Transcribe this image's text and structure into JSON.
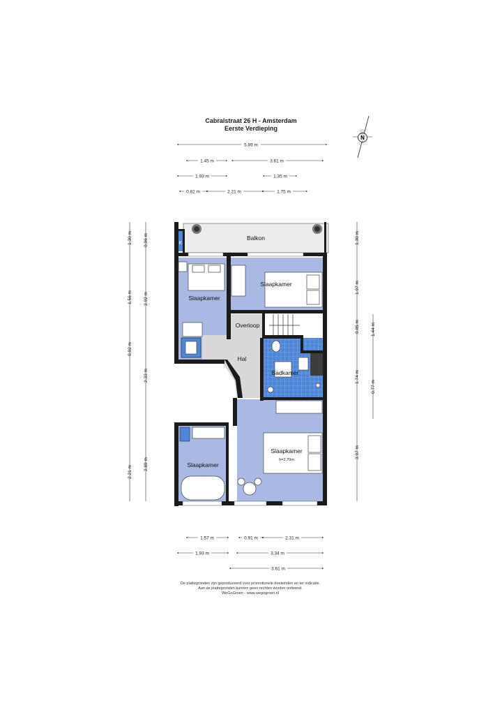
{
  "title": {
    "line1": "Cabralstraat 26 H - Amsterdam",
    "line2": "Eerste Verdieping"
  },
  "compass": {
    "letter": "N"
  },
  "rooms": {
    "balkon": "Balkon",
    "k": "K",
    "slaapkamer_nw": "Slaapkamer",
    "slaapkamer_ne": "Slaapkamer",
    "overloop": "Overloop",
    "hal": "Hal",
    "badkamer": "Badkamer",
    "slaapkamer_sw": "Slaapkamer",
    "slaapkamer_se": "Slaapkamer",
    "height_note": "h=2,70m"
  },
  "dimensions": {
    "top": [
      "5.89 m",
      "1.45 m",
      "3.61 m",
      "1.93 m",
      "1.35 m",
      "0.82 m",
      "2.21 m",
      "1.75 m"
    ],
    "left_outer": [
      "1.30 m",
      "1.56 m",
      "0.92 m",
      "2.21 m"
    ],
    "left_inner": [
      "0.96 m",
      "2.92 m",
      "2.33 m",
      "2.89 m"
    ],
    "right_inner": [
      "1.30 m",
      "1.97 m",
      "0.85 m",
      "1.74 m",
      "3.97 m"
    ],
    "right_outer": [
      "1.44 m",
      "0.77 m"
    ],
    "bottom": [
      "1.57 m",
      "0.91 m",
      "2.31 m",
      "1.93 m",
      "3.34 m",
      "3.61 m"
    ]
  },
  "footer": {
    "line1": "De plattegronden zijn geproduceerd voor promotionele doeleinden en ter indicatie.",
    "line2": "Aan de plattegronden kunnen geen rechten worden ontleend.",
    "line3": "WeGoGroen -  www.wegogroen.nl"
  },
  "colors": {
    "room_fill": "#a9b9e3",
    "hall_fill": "#d8d8d8",
    "tile_fill": "#4f86d8",
    "wall": "#1b1b1b"
  }
}
